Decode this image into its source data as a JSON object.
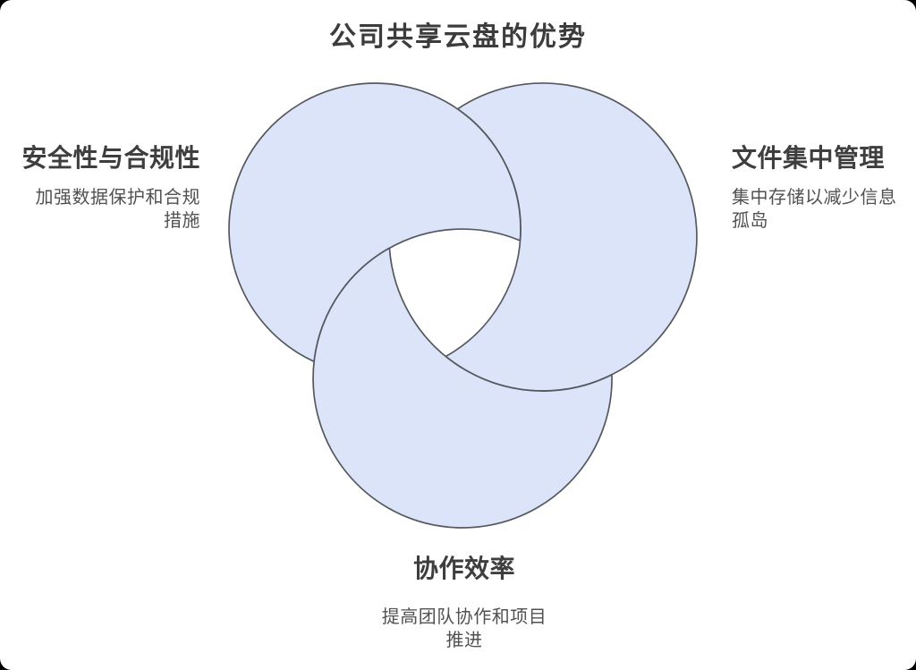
{
  "title": "公司共享云盘的优势",
  "colors": {
    "canvas_bg": "#ffffff",
    "circle_fill": "#dbe4f8",
    "circle_stroke": "#55585e",
    "title_color": "#3c3c3c",
    "heading_color": "#3e3e3e",
    "desc_color": "#515151"
  },
  "venn": {
    "type": "interlocking-venn",
    "center_region": "white",
    "items": [
      {
        "id": "security",
        "position": "left",
        "label": "安全性与合规性",
        "desc": "加强数据保护和合规措施",
        "desc_lines": [
          "加强数据保护和合规",
          "措施"
        ]
      },
      {
        "id": "centralized-files",
        "position": "right",
        "label": "文件集中管理",
        "desc": "集中存储以减少信息孤岛",
        "desc_lines": [
          "集中存储以减少信息",
          "孤岛"
        ]
      },
      {
        "id": "collaboration",
        "position": "bottom",
        "label": "协作效率",
        "desc": "提高团队协作和项目推进",
        "desc_lines": [
          "提高团队协作和项目",
          "推进"
        ]
      }
    ]
  }
}
